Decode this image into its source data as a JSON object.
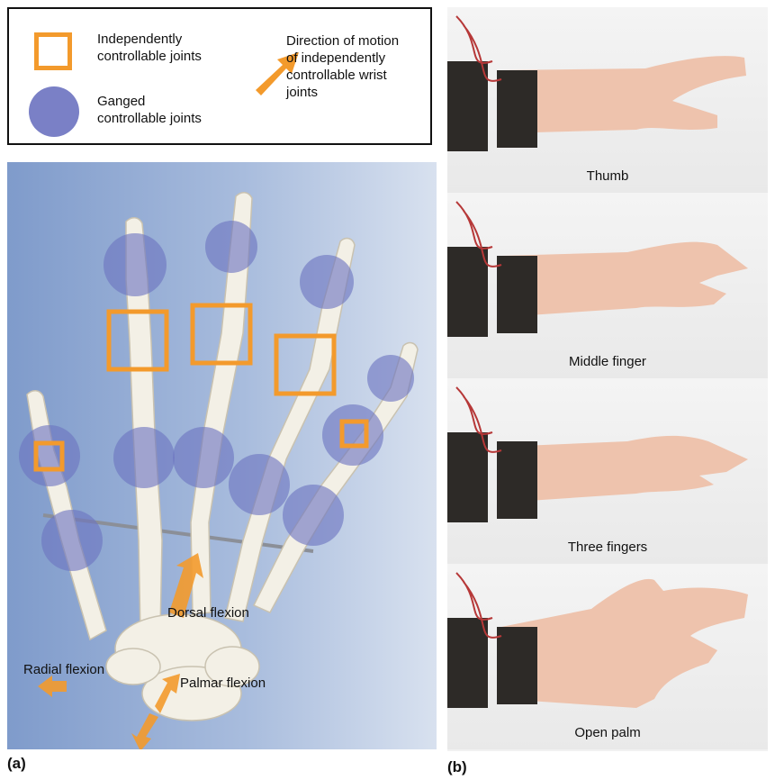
{
  "legend": {
    "independent_label": "Independently\ncontrollable joints",
    "ganged_label": "Ganged\ncontrollable joints",
    "direction_label": "Direction of motion\nof independently\ncontrollable wrist\njoints",
    "square_icon": "orange-square-outline",
    "circle_icon": "blue-circle",
    "arrow_icon": "orange-arrow"
  },
  "panel_a": {
    "dorsal_flexion": "Dorsal flexion",
    "radial_flexion": "Radial flexion",
    "palmar_flexion": "Palmar flexion",
    "label": "(a)"
  },
  "panel_b": {
    "captions": [
      "Thumb",
      "Middle finger",
      "Three fingers",
      "Open palm"
    ],
    "label": "(b)"
  },
  "colors": {
    "orange": "#f39a2c",
    "ganged_blue": "#7a80c6",
    "bone": "#f3f0e6",
    "skin": "#eec3ad",
    "sleeve": "#2d2a27"
  }
}
